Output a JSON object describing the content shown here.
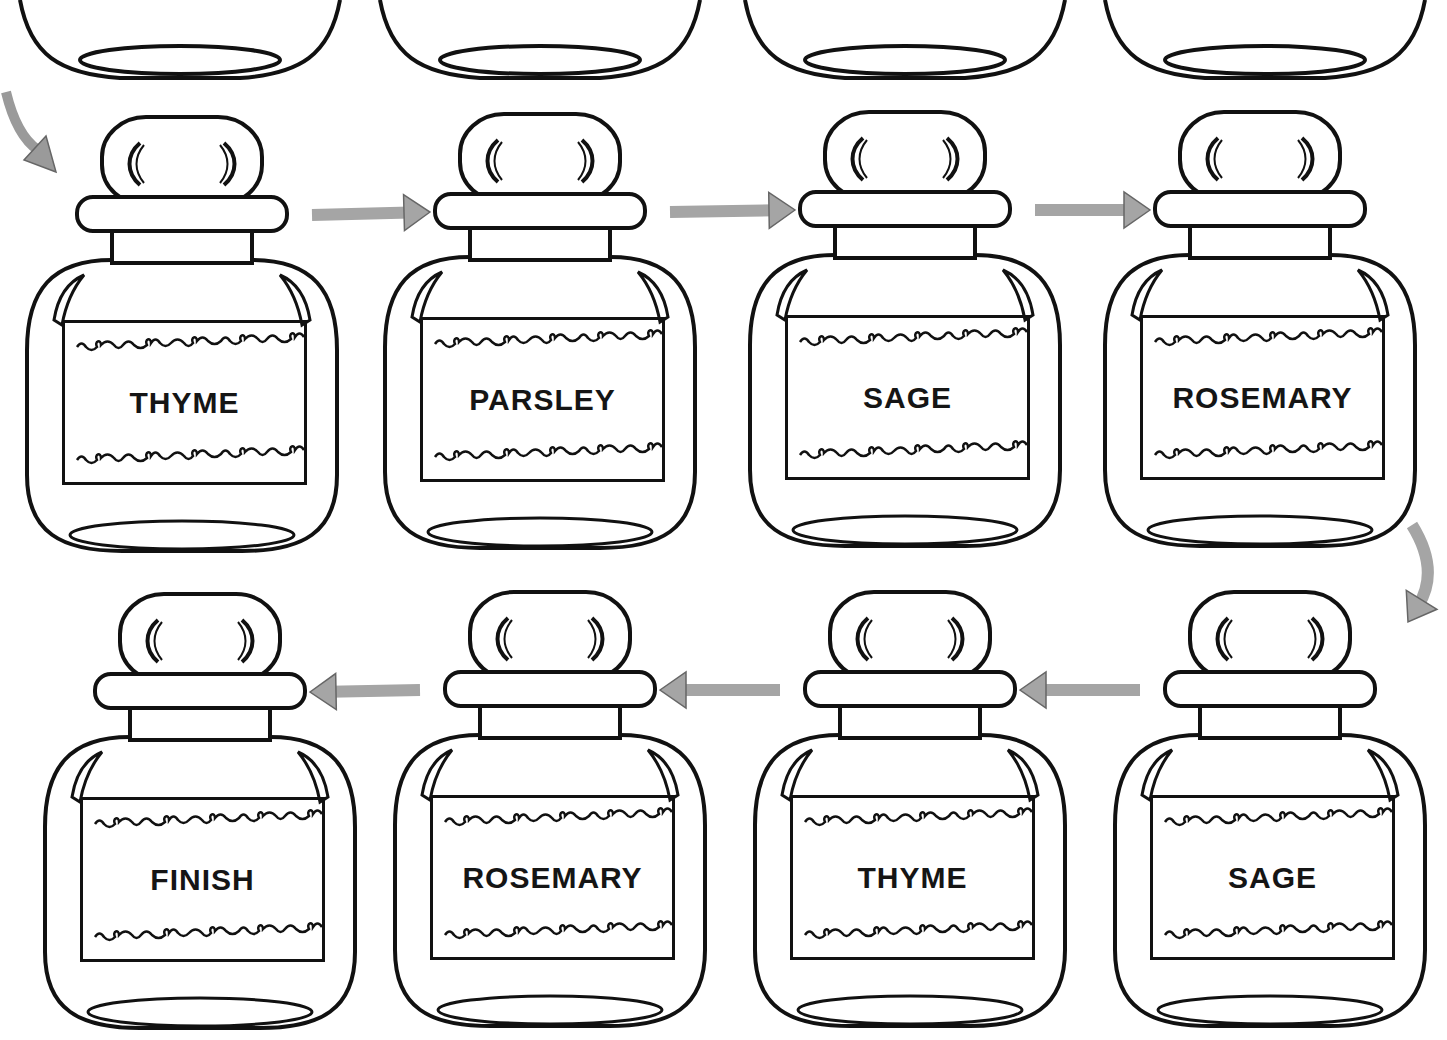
{
  "diagram": {
    "nodes": [
      {
        "text": [
          "THYME"
        ]
      },
      {
        "text": [
          "PARSLEY"
        ]
      },
      {
        "text": [
          "SAGE"
        ]
      },
      {
        "text": [
          "ROSEMARY"
        ]
      },
      {
        "text": [
          "SAGE"
        ]
      },
      {
        "text": [
          "THYME"
        ]
      },
      {
        "text": [
          "ROSEMARY"
        ]
      },
      {
        "text": [
          "FINISH"
        ]
      }
    ],
    "edges": [
      {
        "from": 0,
        "to": 1,
        "arrow": "to"
      },
      {
        "from": 1,
        "to": 2,
        "arrow": "to"
      },
      {
        "from": 2,
        "to": 3,
        "arrow": "to"
      },
      {
        "from": 3,
        "to": 4,
        "arrow": "to"
      },
      {
        "from": 4,
        "to": 5,
        "arrow": "to"
      },
      {
        "from": 5,
        "to": 6,
        "arrow": "to"
      },
      {
        "from": 6,
        "to": 7,
        "arrow": "to"
      }
    ]
  }
}
